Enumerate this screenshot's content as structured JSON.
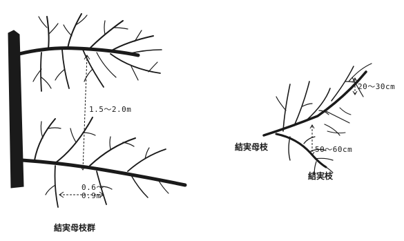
{
  "left_figure": {
    "distance_between_branches": "1.5～2.0m",
    "horizontal_spacing_line1": "0.6～",
    "horizontal_spacing_line2": "0.9m",
    "caption": "結実母枝群"
  },
  "right_figure": {
    "tip_length": "20～30cm",
    "shoot_length": "50～60cm",
    "mother_branch_label": "結実母枝",
    "fruiting_branch_label": "結実枝"
  }
}
